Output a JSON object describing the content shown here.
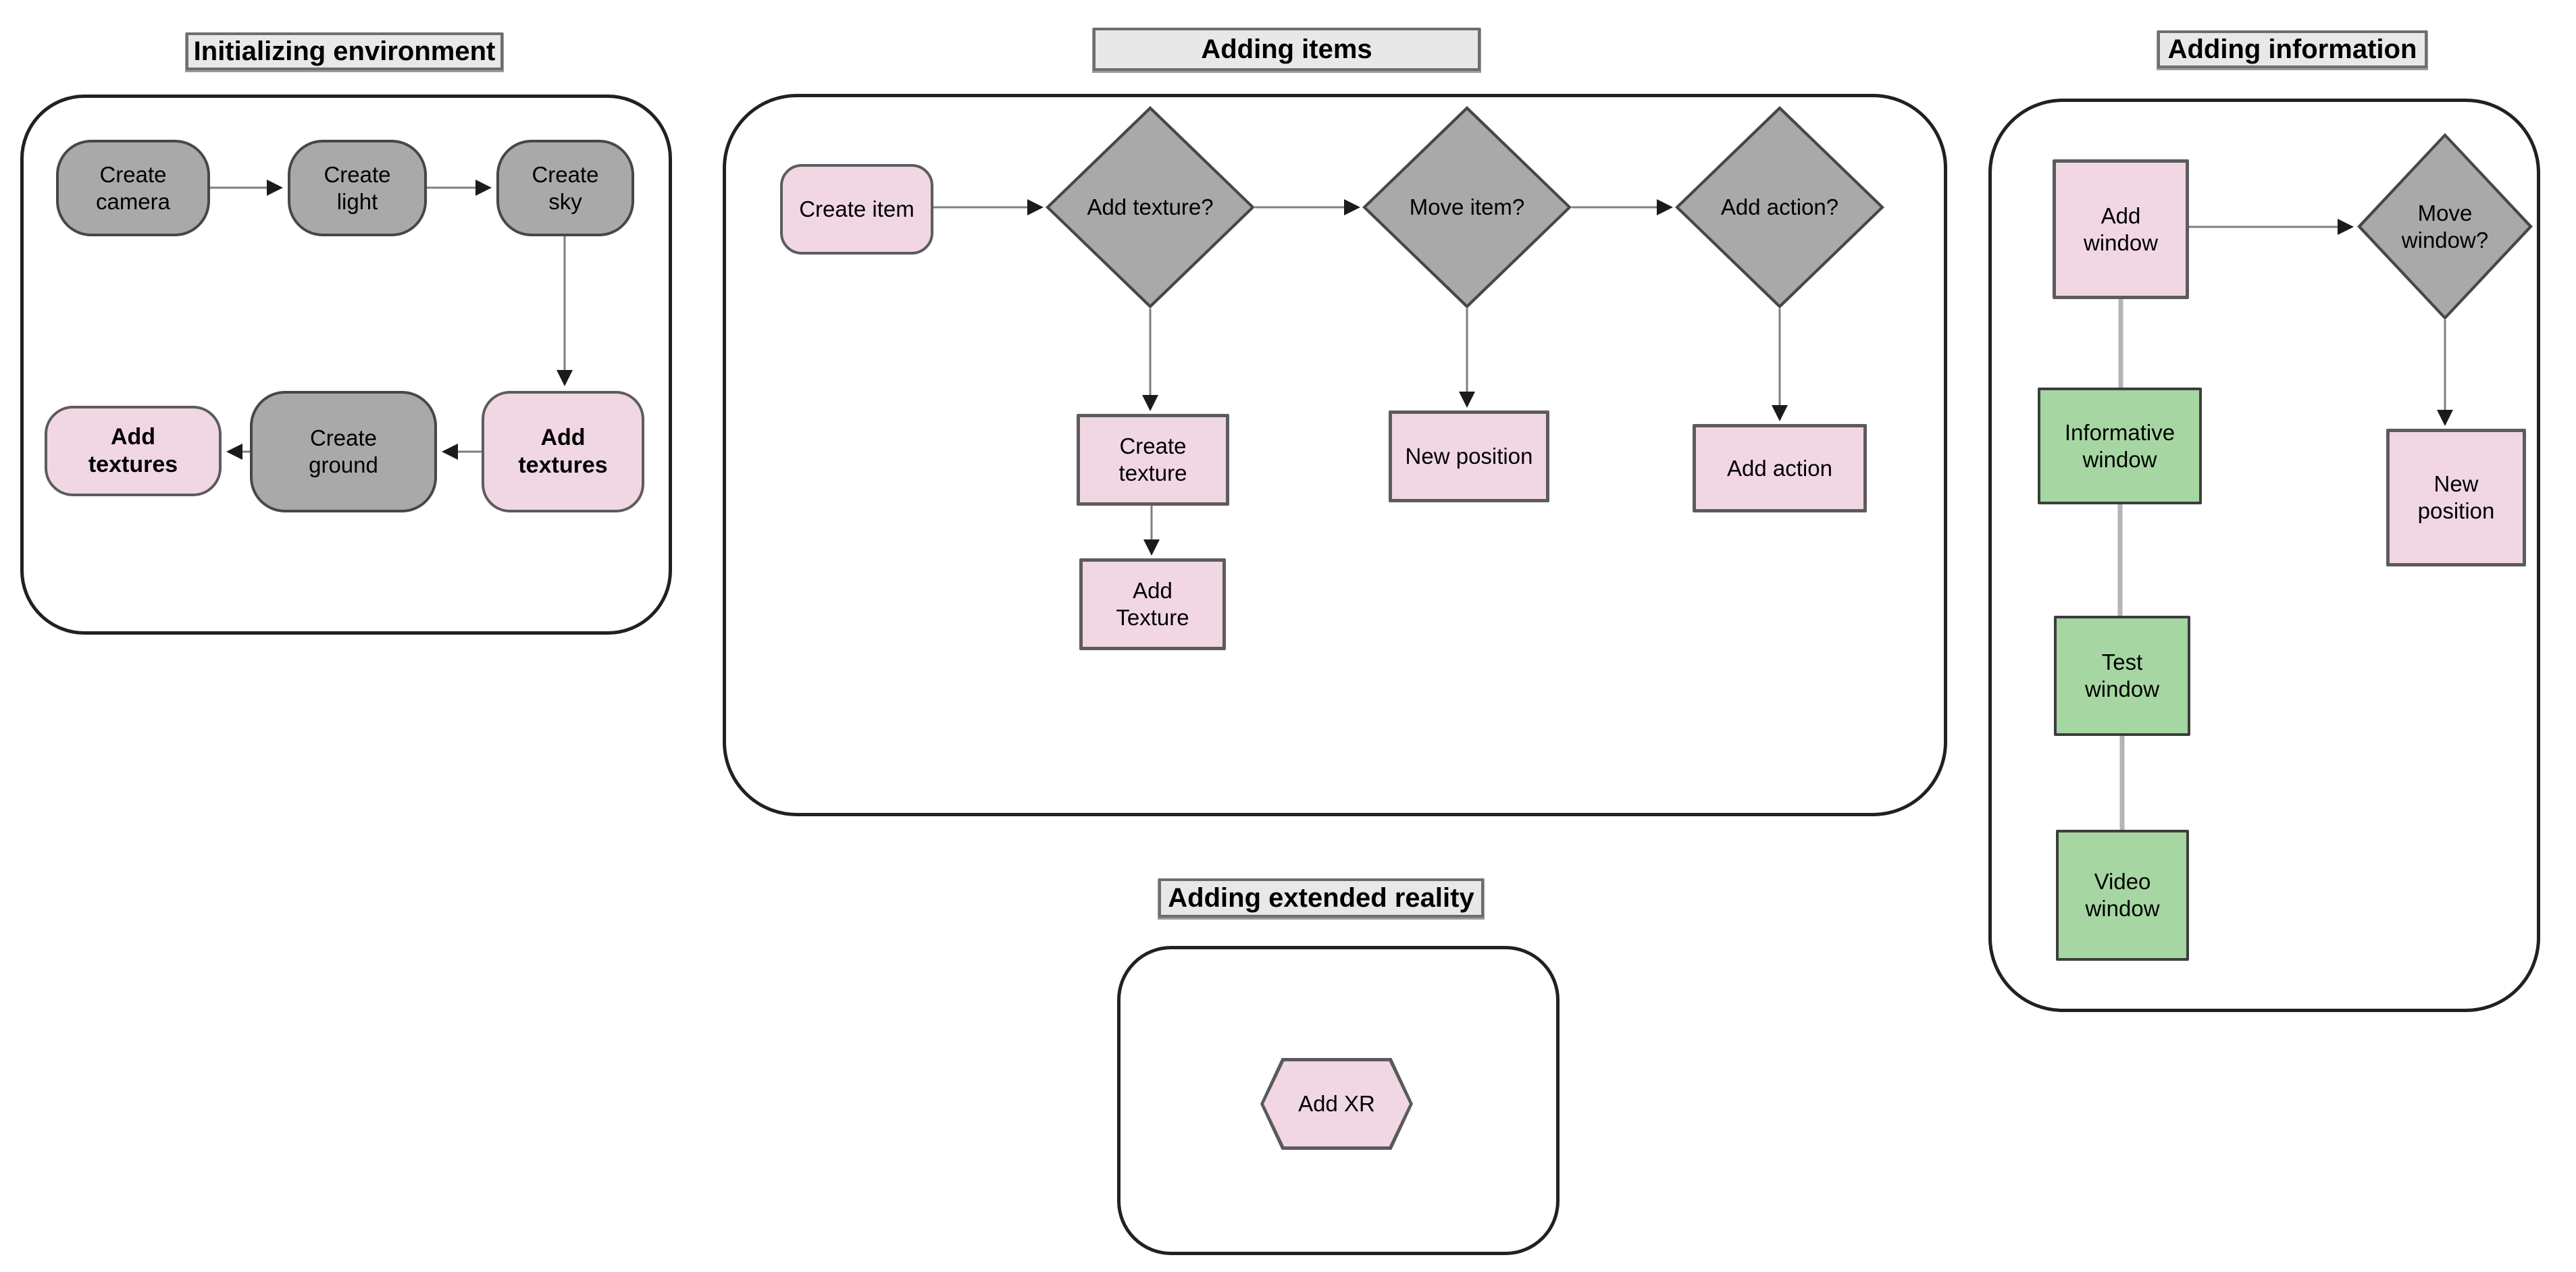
{
  "diagram": {
    "sections": {
      "initializing_environment": {
        "title": "Initializing environment",
        "nodes": {
          "create_camera": "Create\ncamera",
          "create_light": "Create\nlight",
          "create_sky": "Create\nsky",
          "add_textures_left": "Add\ntextures",
          "create_ground": "Create\nground",
          "add_textures_right": "Add\ntextures"
        }
      },
      "adding_items": {
        "title": "Adding items",
        "nodes": {
          "create_item": "Create item",
          "add_texture_q": "Add texture?",
          "move_item_q": "Move item?",
          "add_action_q": "Add action?",
          "create_texture": "Create\ntexture",
          "add_texture": "Add\nTexture",
          "new_position": "New position",
          "add_action": "Add action"
        }
      },
      "adding_information": {
        "title": "Adding information",
        "nodes": {
          "add_window": "Add\nwindow",
          "move_window_q": "Move\nwindow?",
          "informative_window": "Informative\nwindow",
          "test_window": "Test\nwindow",
          "video_window": "Video\nwindow",
          "new_position": "New\nposition"
        }
      },
      "adding_extended_reality": {
        "title": "Adding extended reality",
        "nodes": {
          "add_xr": "Add XR"
        }
      }
    },
    "colors": {
      "pink": "#f1d7e3",
      "gray": "#a9a9a9",
      "green": "#a6d7a2",
      "title_bg": "#e8e8e8"
    }
  }
}
